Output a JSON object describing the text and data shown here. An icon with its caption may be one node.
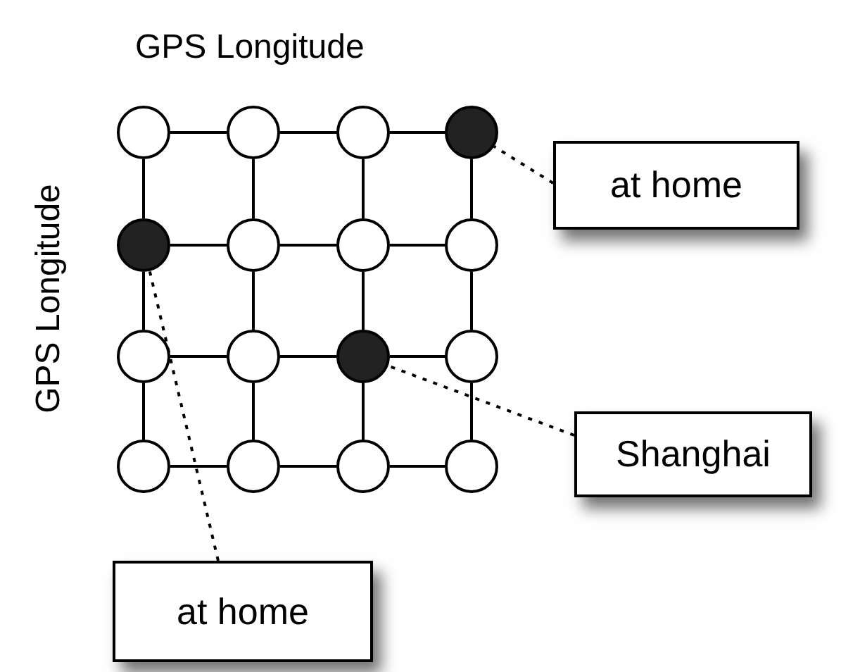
{
  "diagram": {
    "title": "GPS Longitude",
    "nodes": [
      {
        "text": [],
        "shape": "circle"
      },
      {
        "text": [],
        "shape": "circle"
      },
      {
        "text": [],
        "shape": "circle"
      },
      {
        "text": [],
        "shape": "circle"
      },
      {
        "text": [],
        "shape": "circle"
      },
      {
        "text": [],
        "shape": "circle"
      },
      {
        "text": [],
        "shape": "circle"
      },
      {
        "text": [],
        "shape": "circle"
      },
      {
        "text": [],
        "shape": "circle"
      },
      {
        "text": [],
        "shape": "circle"
      },
      {
        "text": [],
        "shape": "circle"
      },
      {
        "text": [],
        "shape": "circle"
      },
      {
        "text": [],
        "shape": "circle"
      },
      {
        "text": [],
        "shape": "circle"
      },
      {
        "text": [],
        "shape": "circle"
      },
      {
        "text": [],
        "shape": "circle"
      },
      {
        "text": [
          "at home"
        ]
      },
      {
        "text": [
          "Shanghai"
        ]
      },
      {
        "text": [
          "at home"
        ]
      }
    ],
    "edges": [
      {
        "from": 0,
        "to": 1,
        "arrow": "none"
      },
      {
        "from": 1,
        "to": 2,
        "arrow": "none"
      },
      {
        "from": 2,
        "to": 3,
        "arrow": "none"
      },
      {
        "from": 4,
        "to": 5,
        "arrow": "none"
      },
      {
        "from": 5,
        "to": 6,
        "arrow": "none"
      },
      {
        "from": 6,
        "to": 7,
        "arrow": "none"
      },
      {
        "from": 8,
        "to": 9,
        "arrow": "none"
      },
      {
        "from": 9,
        "to": 10,
        "arrow": "none"
      },
      {
        "from": 10,
        "to": 11,
        "arrow": "none"
      },
      {
        "from": 12,
        "to": 13,
        "arrow": "none"
      },
      {
        "from": 13,
        "to": 14,
        "arrow": "none"
      },
      {
        "from": 14,
        "to": 15,
        "arrow": "none"
      },
      {
        "from": 0,
        "to": 4,
        "arrow": "none"
      },
      {
        "from": 4,
        "to": 8,
        "arrow": "none"
      },
      {
        "from": 8,
        "to": 12,
        "arrow": "none"
      },
      {
        "from": 1,
        "to": 5,
        "arrow": "none"
      },
      {
        "from": 5,
        "to": 9,
        "arrow": "none"
      },
      {
        "from": 9,
        "to": 13,
        "arrow": "none"
      },
      {
        "from": 2,
        "to": 6,
        "arrow": "none"
      },
      {
        "from": 6,
        "to": 10,
        "arrow": "none"
      },
      {
        "from": 10,
        "to": 14,
        "arrow": "none"
      },
      {
        "from": 3,
        "to": 7,
        "arrow": "none"
      },
      {
        "from": 7,
        "to": 11,
        "arrow": "none"
      },
      {
        "from": 11,
        "to": 15,
        "arrow": "none"
      },
      {
        "from": 16,
        "to": 3,
        "arrow": "none",
        "style": "dashed"
      },
      {
        "from": 17,
        "to": 10,
        "arrow": "none",
        "style": "dashed"
      },
      {
        "from": 18,
        "to": 4,
        "arrow": "none",
        "style": "dashed"
      }
    ],
    "labels": [
      "GPS Longitude"
    ]
  }
}
